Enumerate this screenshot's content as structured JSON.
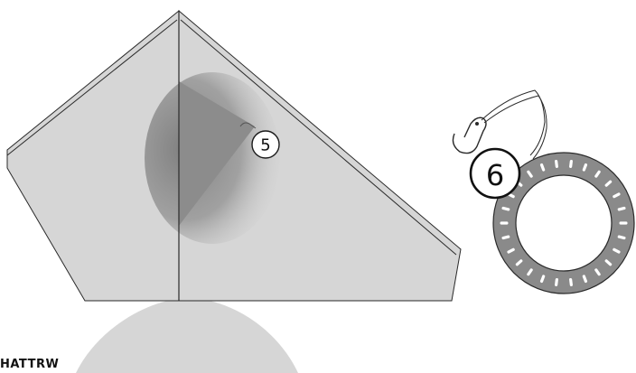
{
  "callouts": {
    "five": "5",
    "six": "6"
  },
  "bottom_fragment": "HATTRW",
  "colors": {
    "panel_fill": "#d6d6d6",
    "panel_stroke": "#2a2a2a",
    "shadow_fill": "#8c8c8c",
    "ring_fill": "#8a8a8a",
    "ring_stroke": "#2a2a2a",
    "slot_fill": "#ffffff"
  },
  "icons": [
    "curtain-hook-icon",
    "grommet-ring-icon"
  ]
}
